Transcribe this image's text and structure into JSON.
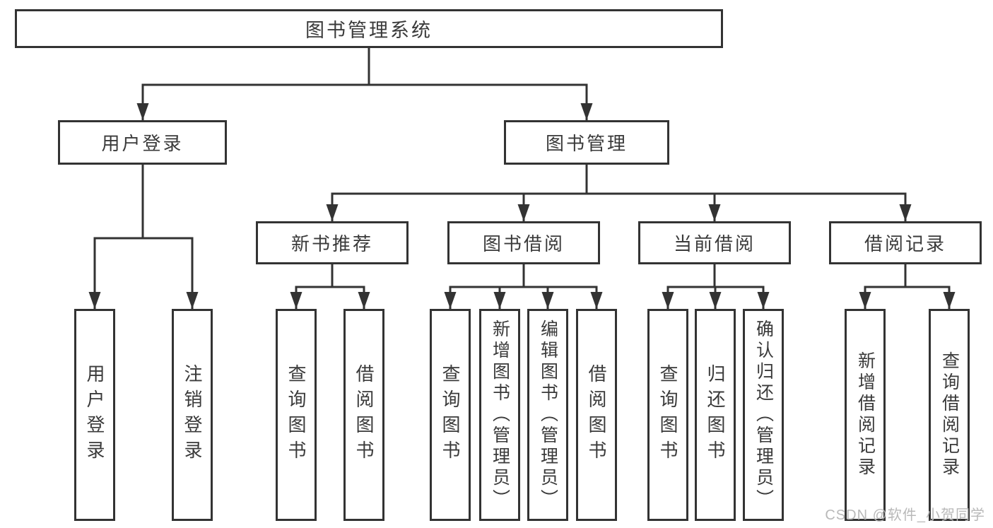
{
  "diagram": {
    "root": {
      "label": "图书管理系统"
    },
    "branches": [
      {
        "label": "用户登录",
        "children": [
          {
            "label": "用户登录"
          },
          {
            "label": "注销登录"
          }
        ]
      },
      {
        "label": "图书管理",
        "children": [
          {
            "label": "新书推荐",
            "children": [
              {
                "label": "查询图书"
              },
              {
                "label": "借阅图书"
              }
            ]
          },
          {
            "label": "图书借阅",
            "children": [
              {
                "label": "查询图书"
              },
              {
                "label": "新增图书（管理员）"
              },
              {
                "label": "编辑图书（管理员）"
              },
              {
                "label": "借阅图书"
              }
            ]
          },
          {
            "label": "当前借阅",
            "children": [
              {
                "label": "查询图书"
              },
              {
                "label": "归还图书"
              },
              {
                "label": "确认归还（管理员）"
              }
            ]
          },
          {
            "label": "借阅记录",
            "children": [
              {
                "label": "新增借阅记录"
              },
              {
                "label": "查询借阅记录"
              }
            ]
          }
        ]
      }
    ]
  },
  "watermark": {
    "text": "CSDN @软件_小贺同学"
  },
  "colors": {
    "background": "#ffffff",
    "box_border": "#333333",
    "connector": "#333333",
    "text": "#3a3a3a",
    "watermark": "#b9b9b9"
  }
}
